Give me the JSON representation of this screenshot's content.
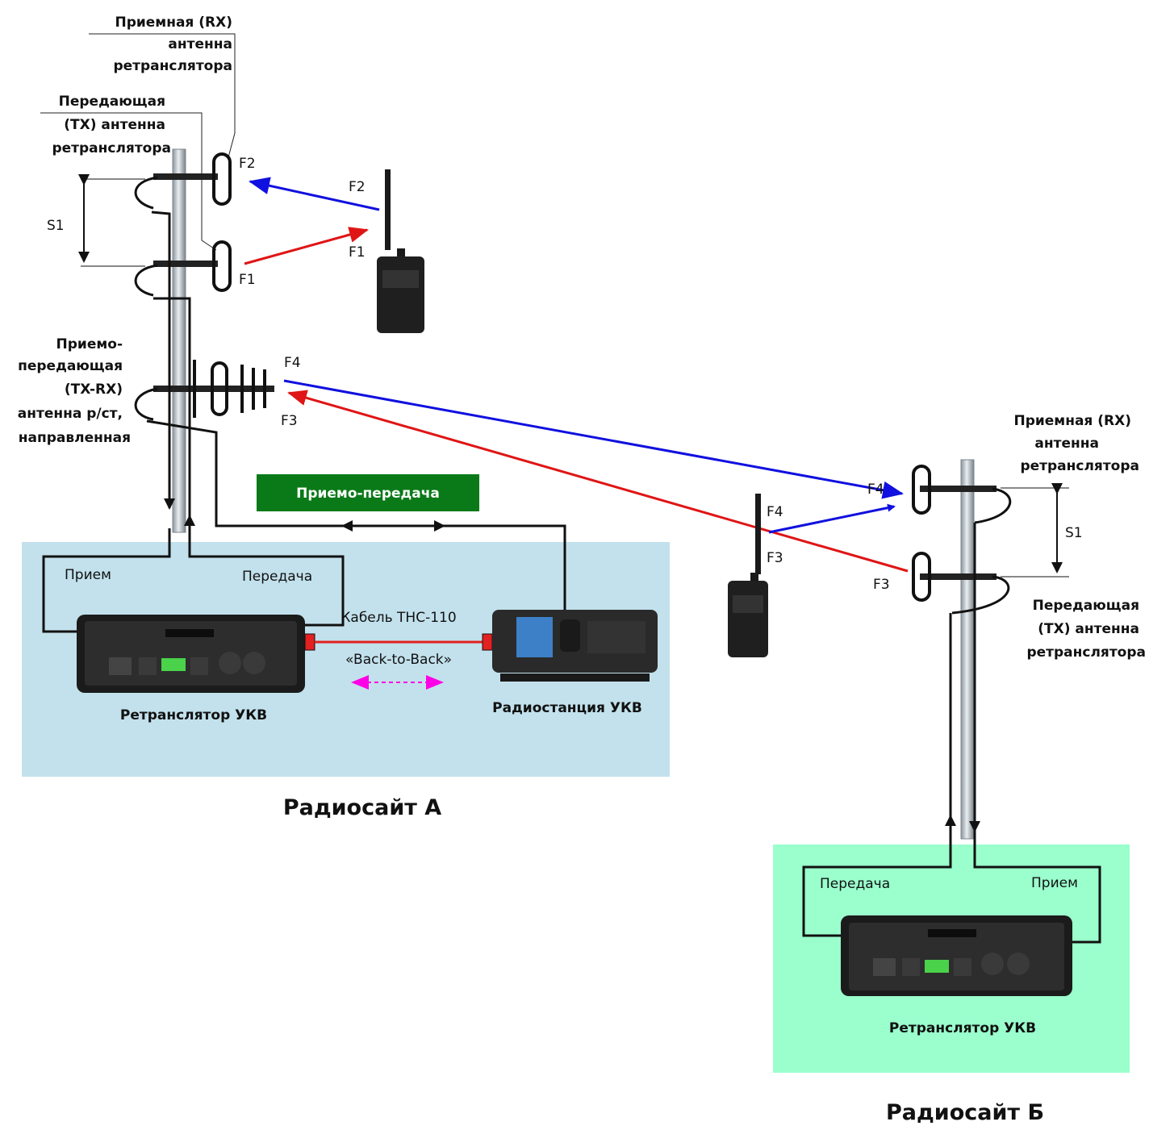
{
  "site_a": {
    "title": "Радиосайт А",
    "rx_antenna_label": [
      "Приемная (RX)",
      "антенна",
      "ретранслятора"
    ],
    "tx_antenna_label": [
      "Передающая",
      "(TX) антенна",
      "ретранслятора"
    ],
    "trx_antenna_label": [
      "Приемо-",
      "передающая",
      "(TX-RX)",
      "антенна р/ст,",
      "направленная"
    ],
    "spacing_label": "S1",
    "freq": {
      "f1": "F1",
      "f2": "F2",
      "f3": "F3",
      "f4": "F4"
    },
    "transceive_badge": "Приемо-передача",
    "receive_label": "Прием",
    "transmit_label": "Передача",
    "repeater_label": "Ретранслятор УКВ",
    "radio_label": "Радиостанция УКВ",
    "cable_label": "Кабель THC-110",
    "back_to_back_label": "«Back-to-Back»"
  },
  "site_b": {
    "title": "Радиосайт Б",
    "rx_antenna_label": [
      "Приемная (RX)",
      "антенна",
      "ретранслятора"
    ],
    "tx_antenna_label": [
      "Передающая",
      "(TX) антенна",
      "ретранслятора"
    ],
    "spacing_label": "S1",
    "freq": {
      "f3": "F3",
      "f4": "F4"
    },
    "receive_label": "Прием",
    "transmit_label": "Передача",
    "repeater_label": "Ретранслятор УКВ"
  },
  "colors": {
    "site_a_bg": "#c2e1ec",
    "site_b_bg": "#9affcd",
    "badge_bg": "#0a7a18",
    "arrow_blue": "#1010e0",
    "arrow_red": "#e01515",
    "arrow_magenta": "#ff00e6"
  }
}
